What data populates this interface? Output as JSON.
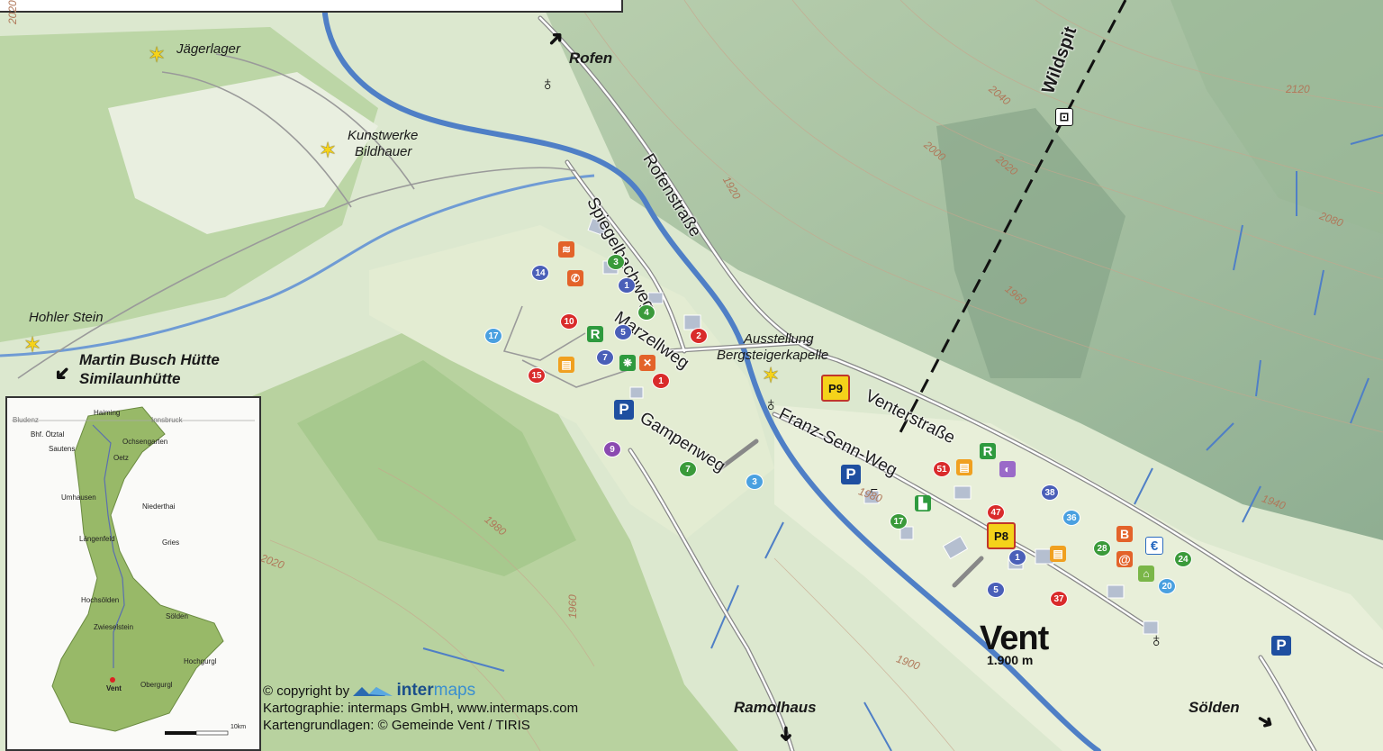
{
  "map": {
    "place_name": "Vent",
    "altitude": "1.900 m",
    "directions": {
      "rofen": "Rofen",
      "martin_busch": "Martin Busch Hütte",
      "similaun": "Similaunhütte",
      "ramolhaus": "Ramolhaus",
      "soelden": "Sölden"
    },
    "pois": {
      "jaegerlager": "Jägerlager",
      "kunstwerke_1": "Kunstwerke",
      "kunstwerke_2": "Bildhauer",
      "hohler_stein": "Hohler Stein",
      "ausstellung_1": "Ausstellung",
      "ausstellung_2": "Bergsteigerkapelle"
    },
    "streets": {
      "rofenstrasse": "Rofenstraße",
      "spiegelbachweg": "Spiegelbachweg",
      "marzellweg": "Marzellweg",
      "gampenweg": "Gampenweg",
      "franz_senn": "Franz-Senn-Weg",
      "venterstrasse": "Venterstraße",
      "wildspitz": "Wildspit"
    },
    "contours": {
      "c2020_tl": "2020",
      "c1920": "1920",
      "c2040": "2040",
      "c2000": "2000",
      "c2020_b": "2020",
      "c1960_t": "1960",
      "c2120": "2120",
      "c2080": "2080",
      "c1940": "1940",
      "c1980": "1980",
      "c1960_b": "1960",
      "c2020_l": "2020",
      "c1900": "1900",
      "c1980_s": "1980"
    },
    "parking": {
      "p": "P",
      "p8": "P8",
      "p9": "P9"
    },
    "house_numbers": {
      "h14": "14",
      "h3": "3",
      "h1a": "1",
      "h4": "4",
      "h10": "10",
      "h5": "5",
      "h17a": "17",
      "h7a": "7",
      "h15": "15",
      "h1b": "1",
      "h2": "2",
      "h9": "9",
      "h7b": "7",
      "h3b": "3",
      "h51": "51",
      "h38": "38",
      "h36": "36",
      "h17b": "17",
      "h47": "47",
      "h1c": "1",
      "h28": "28",
      "h24": "24",
      "h20": "20",
      "h5b": "5",
      "h37": "37"
    },
    "service_icons": {
      "restaurant": "R",
      "bakery": "B",
      "internet": "@",
      "euro": "€"
    }
  },
  "inset": {
    "towns": {
      "haiming": "Haiming",
      "bludenz": "Bludenz",
      "innsbruck": "Innsbruck",
      "oetztal": "Bhf. Ötztal",
      "ochsengarten": "Ochsengarten",
      "sautens": "Sautens",
      "oetz": "Oetz",
      "umhausen": "Umhausen",
      "niederthai": "Niederthai",
      "laengenfeld": "Längenfeld",
      "gries": "Gries",
      "hochsoelden": "Hochsölden",
      "soelden": "Sölden",
      "zwieselstein": "Zwieselstein",
      "hochgurgl": "Hochgurgl",
      "obergurgl": "Obergurgl",
      "vent": "Vent",
      "scale_km": "10km"
    }
  },
  "credits": {
    "copyright": "© copyright by",
    "brand_a": "inter",
    "brand_b": "maps",
    "line1": "Kartographie: intermaps GmbH, www.intermaps.com",
    "line2": "Kartengrundlagen: © Gemeinde Vent / TIRIS"
  }
}
